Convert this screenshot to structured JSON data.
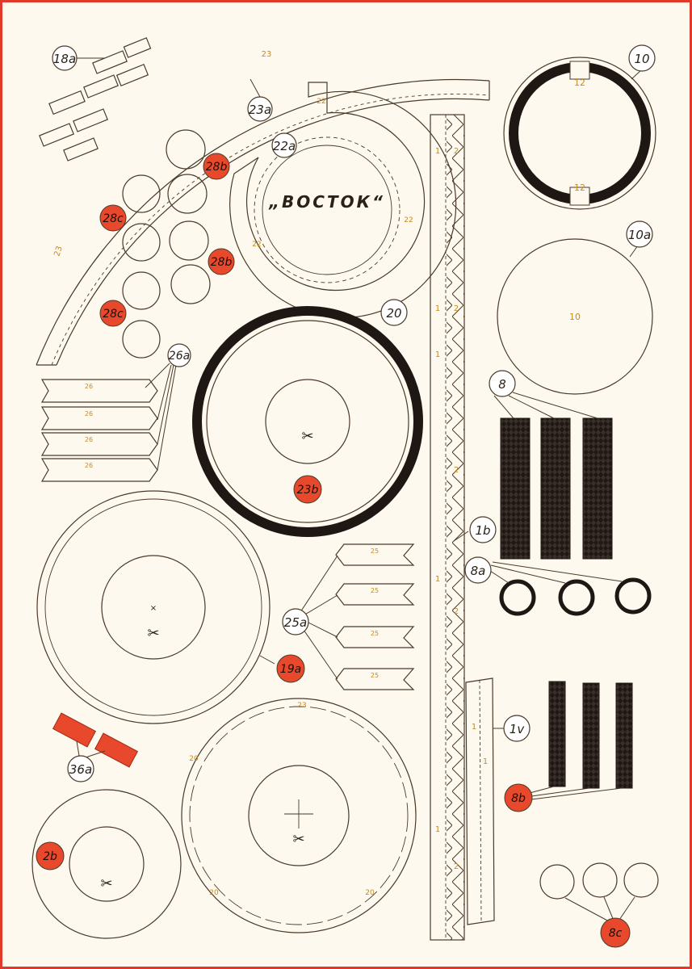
{
  "colors": {
    "background": "#fdf9ee",
    "border": "#e23a2a",
    "outline": "#4a3a2a",
    "label_red": "#e8482c",
    "number_ochre": "#c98a1e",
    "dark_band": "#1e1714"
  },
  "labels": {
    "l18a": "18a",
    "l23": "23",
    "l23a": "23a",
    "l22a": "22a",
    "l22": "22",
    "l28b_1": "28b",
    "l28b_2": "28b",
    "l28c_1": "28c",
    "l28c_2": "28c",
    "l10": "10",
    "l10a": "10a",
    "l20": "20",
    "l26a": "26a",
    "l23b": "23b",
    "l8": "8",
    "l1b": "1b",
    "l8a": "8a",
    "l25a": "25a",
    "l19a": "19a",
    "l36a": "36a",
    "l1v": "1v",
    "l8b": "8b",
    "l2b": "2b",
    "l8c": "8c"
  },
  "texts": {
    "vostok": "„ВОСТОК“",
    "n12_top": "12",
    "n12_bottom": "12",
    "n10": "10",
    "n25": "25",
    "n26": "26",
    "n1": "1",
    "n2": "2",
    "n23": "23",
    "n22": "22",
    "n20": "20"
  },
  "icons": [
    "scissors-mark-icon",
    "cross-mark-icon"
  ]
}
